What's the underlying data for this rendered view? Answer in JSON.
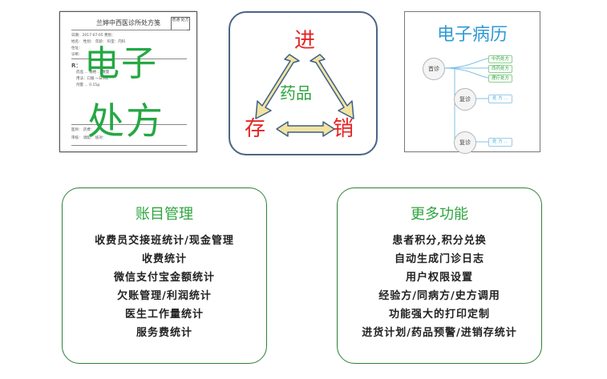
{
  "prescription": {
    "doc_title": "兰婷中西医诊所处方笺",
    "stamp": "普通 处方",
    "big_line1": "电子",
    "big_line2": "处方",
    "lines": [
      "日期：2017-07-05  费别：",
      "姓名：   性别：   年龄：  科室：内科",
      "住址：",
      "诊断：",
      "R：",
      "药品 ... 规格 ... 数量",
      "用法：口服 一日3次",
      "剂量 ... 0.15g",
      "医师：  药费：",
      "审核：  调配：  核对："
    ]
  },
  "triangle": {
    "top": "进",
    "left": "存",
    "right": "销",
    "center": "药品",
    "colors": {
      "outer": "#e52424",
      "center": "#2da53e",
      "arrow_fill": "#f3e3a0",
      "arrow_stroke": "#3b5f8a"
    }
  },
  "emr": {
    "title": "电子病历",
    "first_visit": "首诊",
    "revisit": "复诊",
    "tags": [
      "中药处方",
      "西药处方",
      "理疗处方"
    ],
    "rx_tag": "处 方 ..."
  },
  "accounts": {
    "title": "账目管理",
    "items": [
      "收费员交接班统计/现金管理",
      "收费统计",
      "微信支付宝金额统计",
      "欠账管理/利润统计",
      "医生工作量统计",
      "服务费统计"
    ]
  },
  "more": {
    "title": "更多功能",
    "items": [
      "患者积分,积分兑换",
      "自动生成门诊日志",
      "用户权限设置",
      "经验方/同病方/史方调用",
      "功能强大的打印定制",
      "进货计划/药品预警/进销存统计"
    ]
  }
}
